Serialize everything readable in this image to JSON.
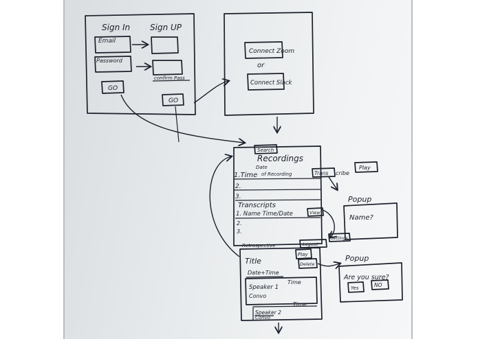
{
  "signin": {
    "title": "Sign In",
    "email": "Email",
    "password": "Password",
    "go": "GO"
  },
  "signup": {
    "title": "Sign UP",
    "confirm": "confirm Pass",
    "go": "GO"
  },
  "connect": {
    "zoom": "Connect Zoom",
    "or": "or",
    "slack": "Connect Slack"
  },
  "recordings": {
    "search": "Search",
    "title": "Recordings",
    "row1_time": "1.Time",
    "row1_date": "Date",
    "row1_of": "of Recording",
    "transcribe_box": "Trans",
    "transcribe_rest": "cribe",
    "play": "Play",
    "rows": [
      "2.",
      "3."
    ],
    "transcripts_title": "Transcripts",
    "transcript_row": "1. Name Time/Date",
    "view": "View",
    "transcript_rows": [
      "2.",
      "3."
    ]
  },
  "popup1": {
    "label": "Popup",
    "text": "Name?"
  },
  "detail": {
    "retrospective": "Retrospective",
    "logout": "Logout",
    "settings": "Settings",
    "title": "Title",
    "play": "Play",
    "delete": "Delete",
    "datetime": "Date+Time",
    "speaker1": "Speaker 1",
    "time1": "Time",
    "convo1": "Convo",
    "speaker2": "Speaker 2",
    "time2": "Time",
    "convo2": "Convo"
  },
  "popup2": {
    "label": "Popup",
    "text": "Are you sure?",
    "yes": "Yes",
    "no": "NO"
  },
  "colors": {
    "ink": "#1b1f2a",
    "board": "#e7eaec"
  }
}
